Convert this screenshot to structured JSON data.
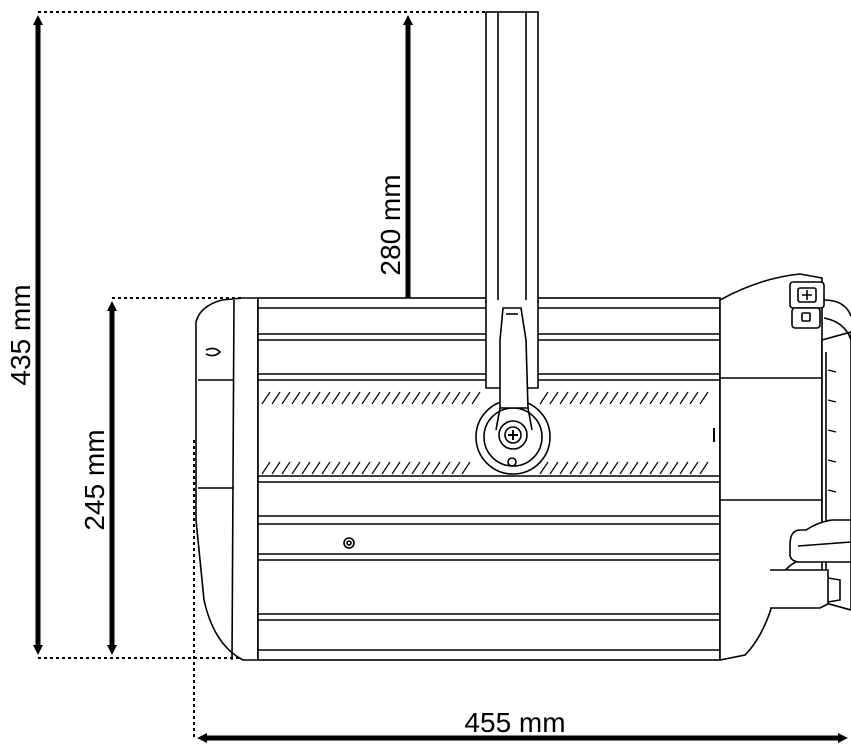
{
  "dimensions": {
    "total_height": "435 mm",
    "body_height": "245 mm",
    "yoke_height": "280 mm",
    "length": "455 mm"
  },
  "colors": {
    "line": "#000000",
    "background": "#ffffff"
  }
}
